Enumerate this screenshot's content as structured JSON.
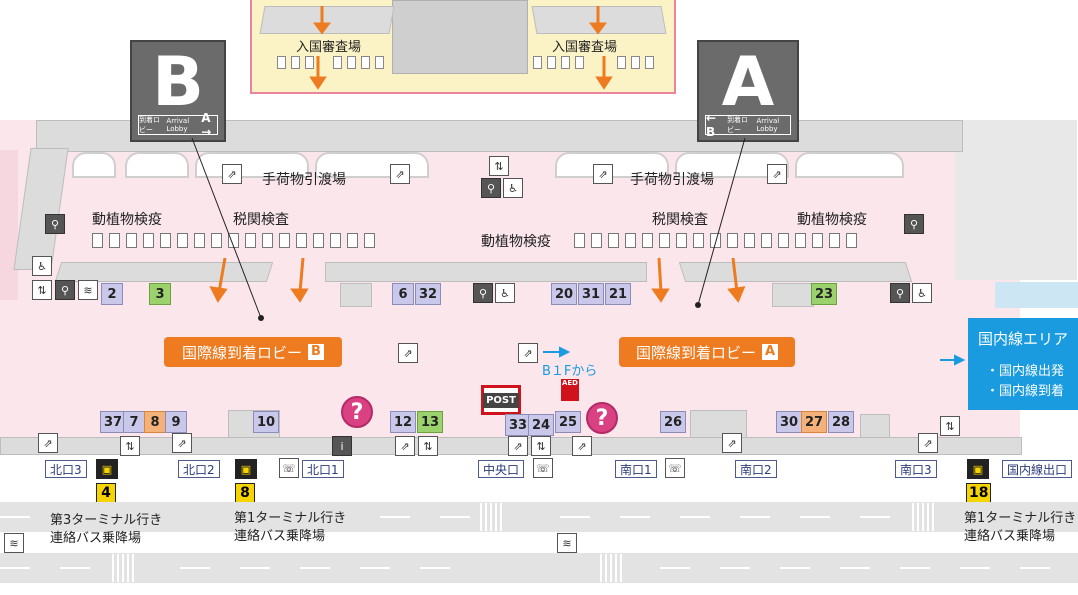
{
  "immigration": {
    "left_label": "入国審査場",
    "right_label": "入国審査場"
  },
  "signs": {
    "b": {
      "letter": "B",
      "lobby_small": "到着ロビー",
      "lobby_small_en": "Arrival Lobby",
      "target": "A →"
    },
    "a": {
      "letter": "A",
      "lobby_small": "到着ロビー",
      "lobby_small_en": "Arrival Lobby",
      "target": "← B"
    }
  },
  "labels": {
    "baggage_left": "手荷物引渡場",
    "baggage_right": "手荷物引渡場",
    "quarantine_left": "動植物検疫",
    "quarantine_center": "動植物検疫",
    "quarantine_right": "動植物検疫",
    "customs_left": "税関検査",
    "customs_right": "税関検査",
    "from_b1f": "B１Fから"
  },
  "lobbies": {
    "b": {
      "text": "国際線到着ロビー",
      "tag": "B"
    },
    "a": {
      "text": "国際線到着ロビー",
      "tag": "A"
    }
  },
  "domestic": {
    "title": "国内線エリア",
    "line1": "・国内線出発",
    "line2": "・国内線到着"
  },
  "counters_upper": {
    "c2": "2",
    "c3": "3",
    "c6": "6",
    "c32": "32",
    "c20": "20",
    "c31": "31",
    "c21": "21",
    "c23": "23"
  },
  "counters_lower": {
    "c37": "37",
    "c7": "7",
    "c8": "8",
    "c9": "9",
    "c10": "10",
    "c12": "12",
    "c13": "13",
    "c33": "33",
    "c24": "24",
    "c25": "25",
    "c26": "26",
    "c30": "30",
    "c27": "27",
    "c28": "28"
  },
  "post": "POST",
  "aed": "AED",
  "exits": {
    "north3": "北口3",
    "north2": "北口2",
    "north1": "北口1",
    "central": "中央口",
    "south1": "南口1",
    "south2": "南口2",
    "south3": "南口3",
    "domestic_exit": "国内線出口"
  },
  "bus_stops": {
    "s4": "4",
    "s8": "8",
    "s18": "18"
  },
  "bus_info": {
    "t3_line1": "第3ターミナル行き",
    "t3_line2": "連絡バス乗降場",
    "t1_line1": "第1ターミナル行き",
    "t1_line2": "連絡バス乗降場",
    "t1b_line1": "第1ターミナル行き",
    "t1b_line2": "連絡バス乗降場"
  },
  "colors": {
    "floor": "#fbe6ec",
    "lobby_orange": "#ee7b1f",
    "domestic_blue": "#1a9be0",
    "info_pink": "#d94182",
    "post_red": "#d0121b",
    "counter_lavender": "#c9c8ea",
    "counter_green": "#9bd26d",
    "counter_orange": "#f4b27a",
    "bus_yellow": "#f6d400"
  },
  "icons": [
    "escalator-icon",
    "restroom-icon",
    "accessible-icon",
    "elevator-icon",
    "smoking-icon",
    "information-icon",
    "help-icon",
    "phone-icon",
    "bus-icon",
    "arrow-icon"
  ]
}
